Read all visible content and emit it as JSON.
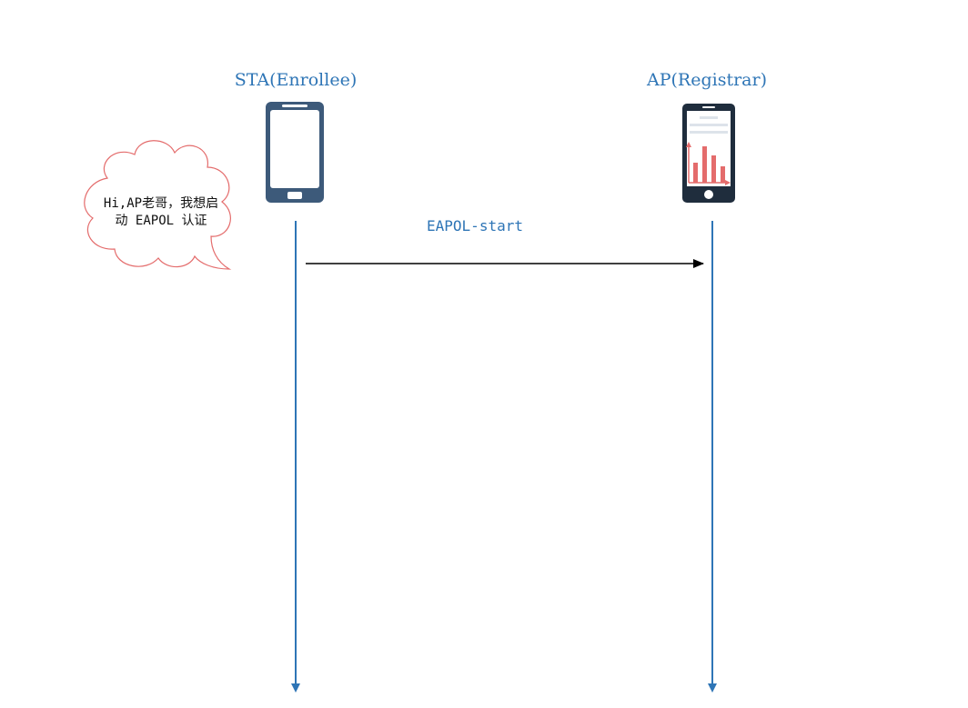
{
  "actors": {
    "sta": {
      "label": "STA(Enrollee)",
      "icon": "smartphone-icon"
    },
    "ap": {
      "label": "AP(Registrar)",
      "icon": "smartphone-chart-icon"
    }
  },
  "messages": [
    {
      "label": "EAPOL-start",
      "from": "sta",
      "to": "ap"
    }
  ],
  "speech_bubble": {
    "line1": "Hi,AP老哥，我想启",
    "line2": "动 EAPOL 认证"
  },
  "colors": {
    "lifeline": "#2e75b6",
    "label": "#2e75b6",
    "message_arrow": "#000000",
    "phone_body": "#3d5a7a",
    "phone_body_dark": "#1f2d3d",
    "chart_bars": "#e46c6c",
    "bubble_stroke": "#e46c6c"
  }
}
